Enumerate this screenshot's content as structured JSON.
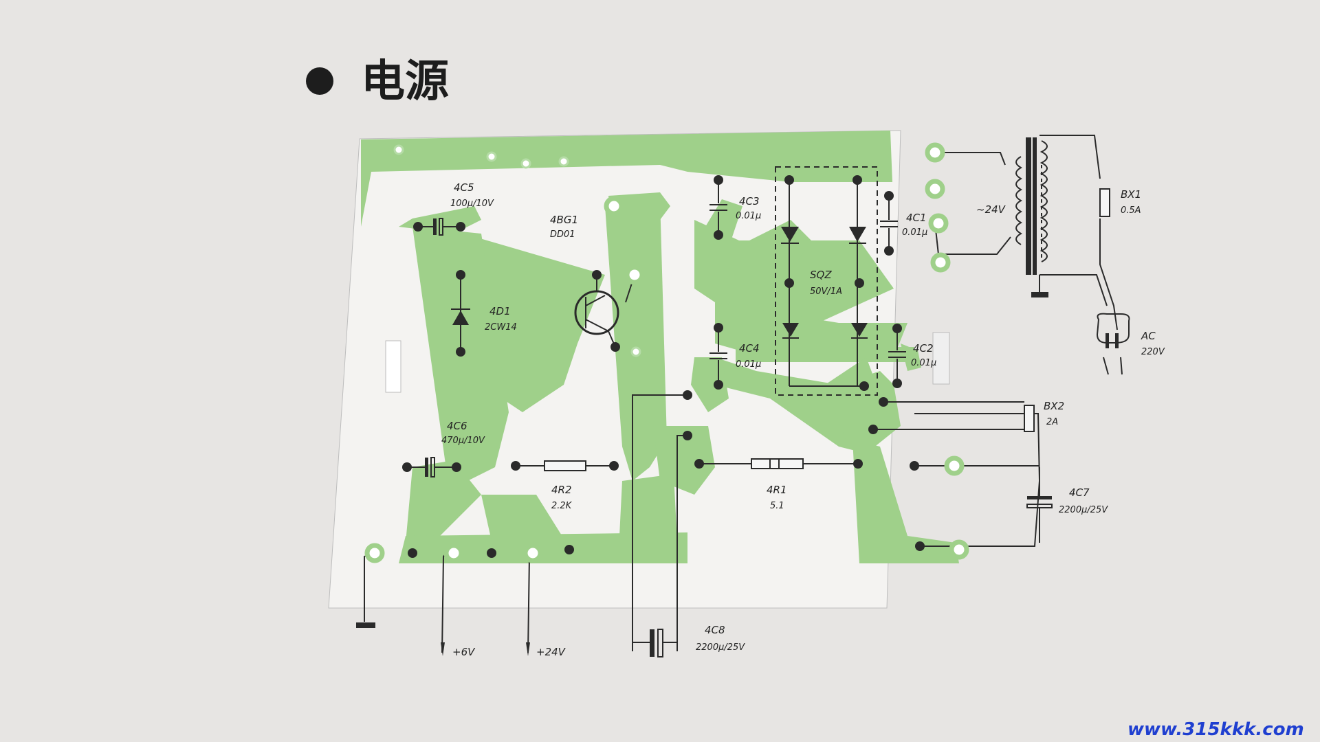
{
  "title": "电源",
  "watermark": "www.315kkk.com",
  "colors": {
    "paper": "#e7e5e3",
    "board": "#f4f3f1",
    "copper": "#9fd08a",
    "ink": "#2a2a2a",
    "watermark": "#1f3fd0"
  },
  "components": {
    "c5": {
      "ref": "4C5",
      "value": "100μ/10V"
    },
    "bg1": {
      "ref": "4BG1",
      "value": "DD01"
    },
    "d1": {
      "ref": "4D1",
      "value": "2CW14"
    },
    "c6": {
      "ref": "4C6",
      "value": "470μ/10V"
    },
    "r2": {
      "ref": "4R2",
      "value": "2.2K"
    },
    "r1": {
      "ref": "4R1",
      "value": "5.1"
    },
    "c3": {
      "ref": "4C3",
      "value": "0.01μ"
    },
    "c4": {
      "ref": "4C4",
      "value": "0.01μ"
    },
    "c1": {
      "ref": "4C1",
      "value": "0.01μ"
    },
    "c2": {
      "ref": "4C2",
      "value": "0.01μ"
    },
    "sqz": {
      "ref": "SQZ",
      "value": "50V/1A"
    },
    "c7": {
      "ref": "4C7",
      "value": "2200μ/25V"
    },
    "c8": {
      "ref": "4C8",
      "value": "2200μ/25V"
    },
    "bx1": {
      "ref": "BX1",
      "value": "0.5A"
    },
    "bx2": {
      "ref": "BX2",
      "value": "2A"
    },
    "transformer": {
      "secondary": "~24V"
    },
    "mains": {
      "label": "AC",
      "value": "220V"
    }
  },
  "outputs": {
    "v6": "+6V",
    "v24": "+24V"
  }
}
